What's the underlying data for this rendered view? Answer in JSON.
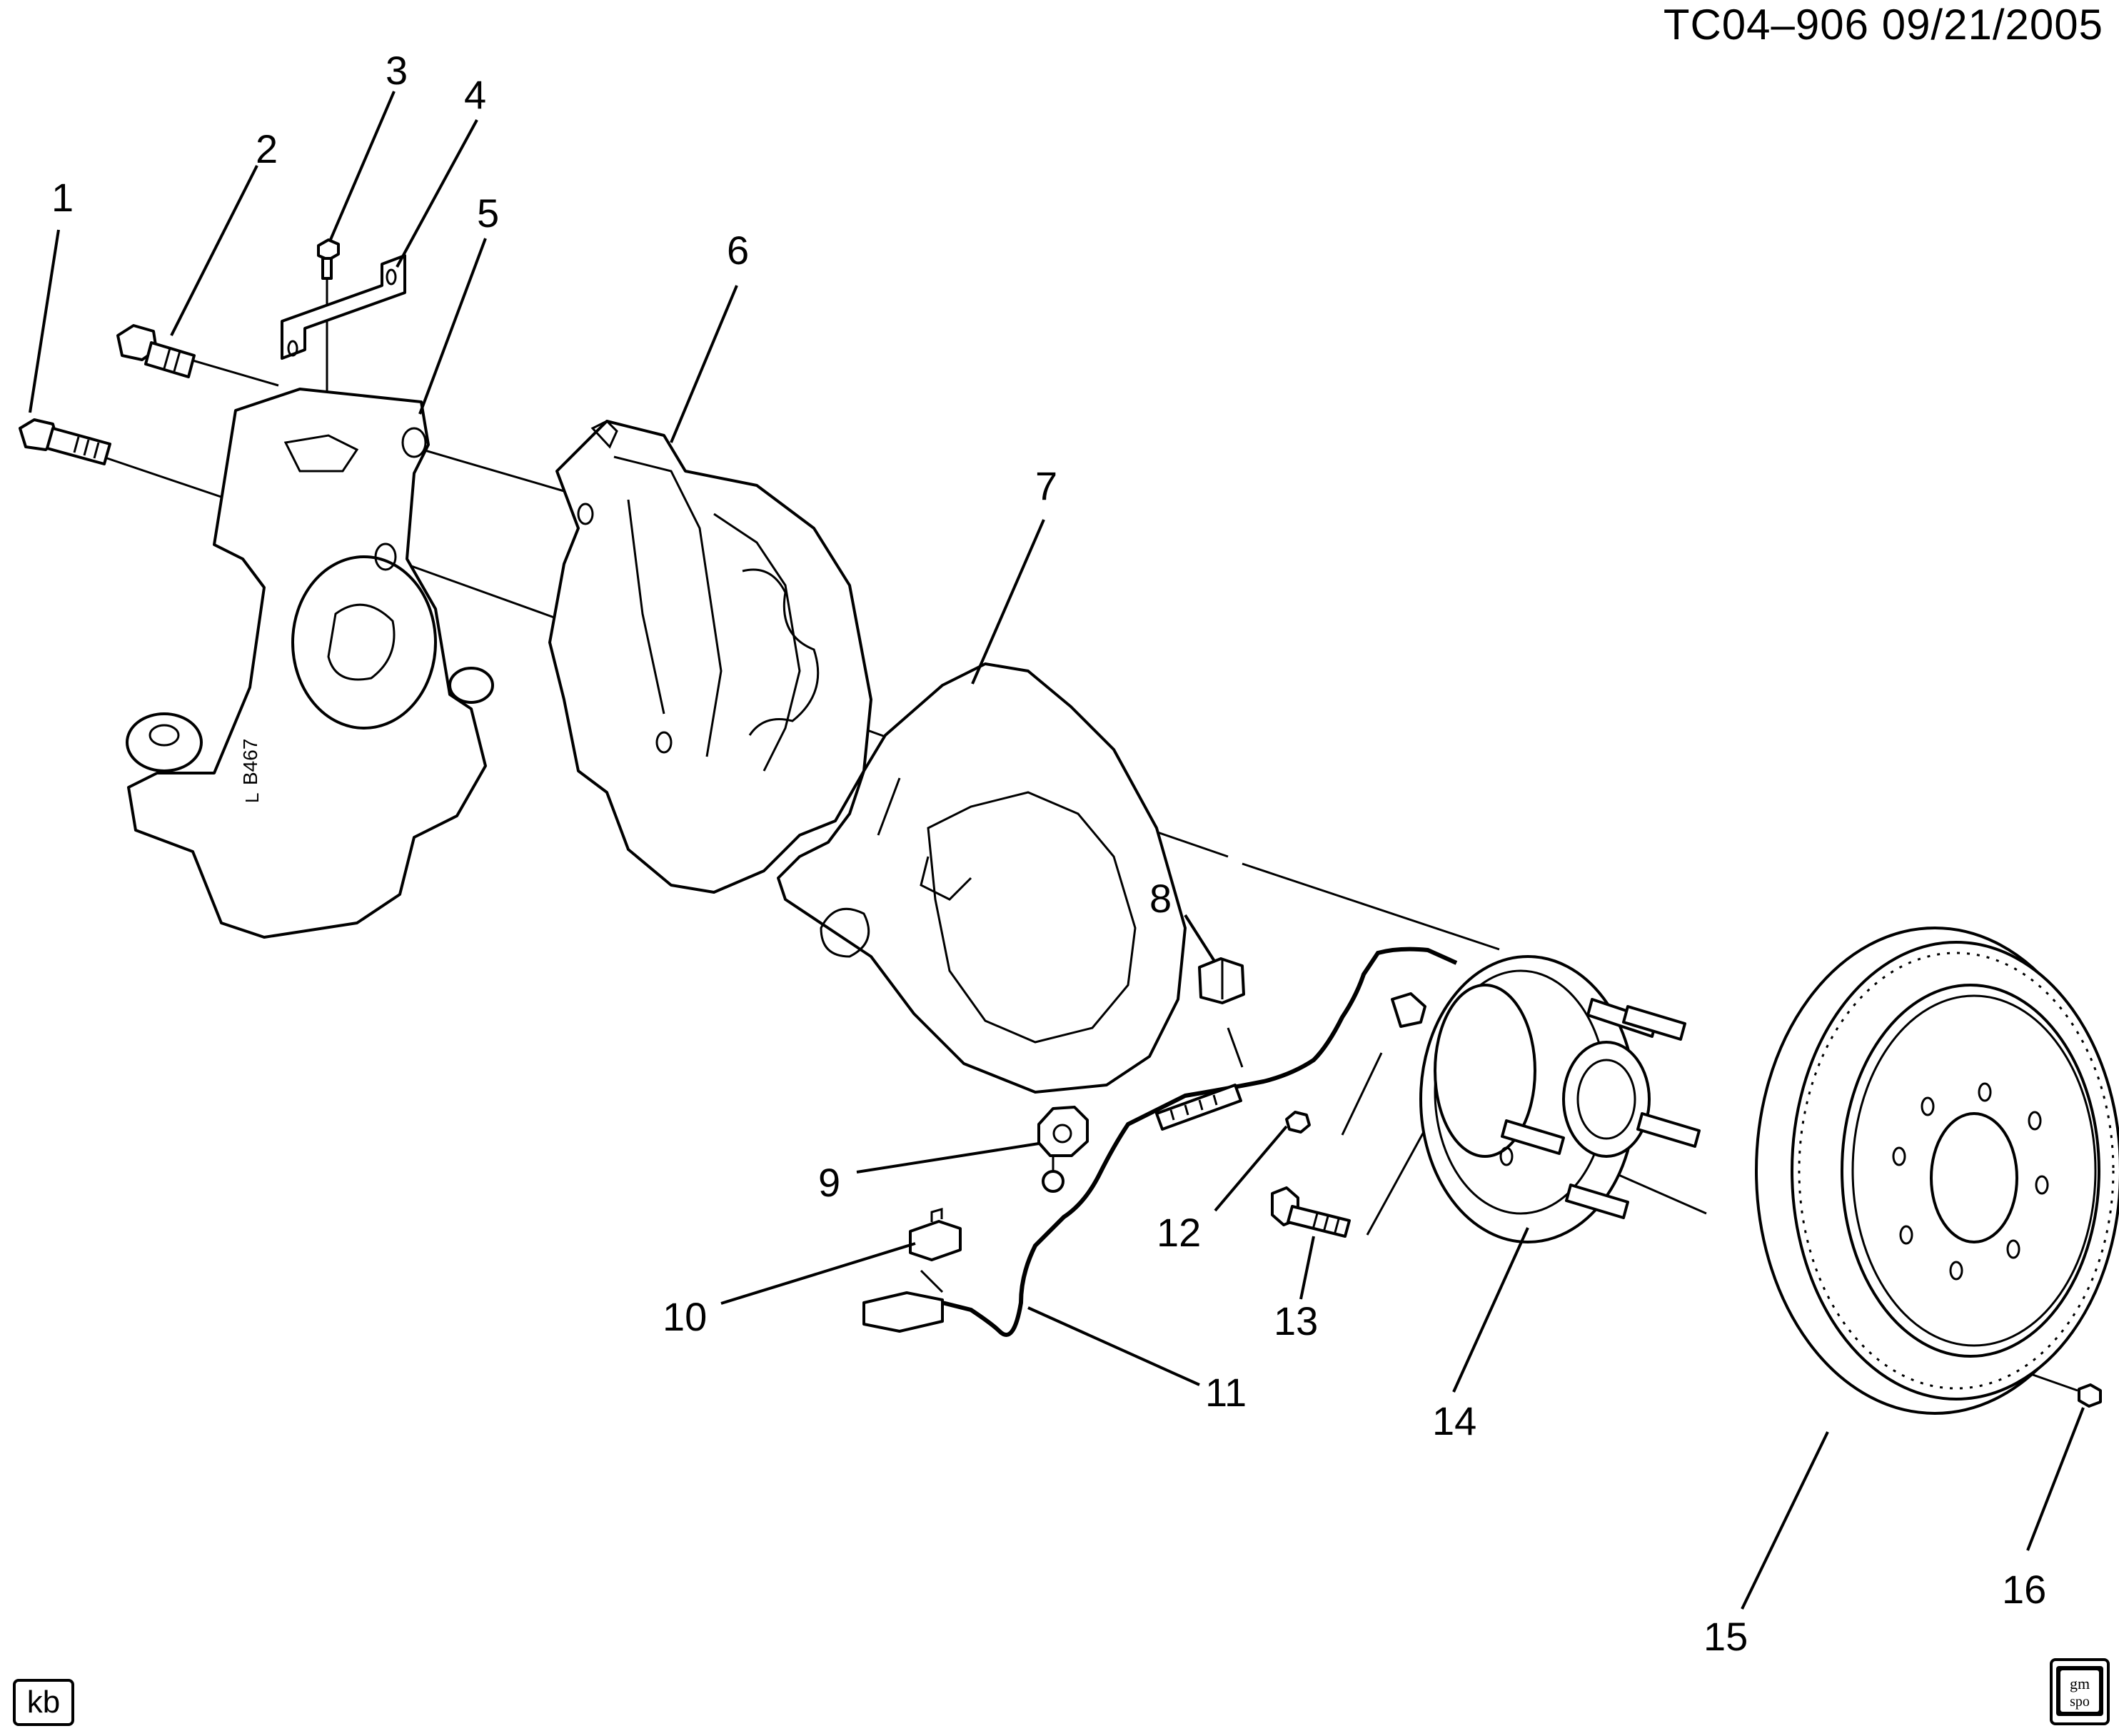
{
  "header": {
    "doc_id": "TC04–906  09/21/2005"
  },
  "callouts": [
    "1",
    "2",
    "3",
    "4",
    "5",
    "6",
    "7",
    "8",
    "9",
    "10",
    "11",
    "12",
    "13",
    "14",
    "15",
    "16"
  ],
  "knuckle_marking": "B467",
  "knuckle_side": "L",
  "footer": {
    "initials": "kb",
    "logo_text_top": "gm",
    "logo_text_bottom": "spo"
  }
}
